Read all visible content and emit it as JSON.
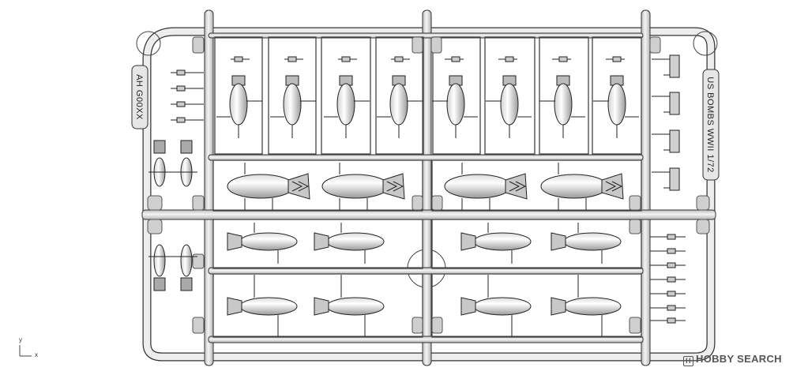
{
  "sprue": {
    "code_tag": "AH G00XX",
    "title_tag": "US BOMBS WWII 1/72"
  },
  "axis": {
    "y": "y",
    "x": "x"
  },
  "watermark": {
    "text": "HOBBY SEARCH",
    "logo_glyph": "H"
  }
}
